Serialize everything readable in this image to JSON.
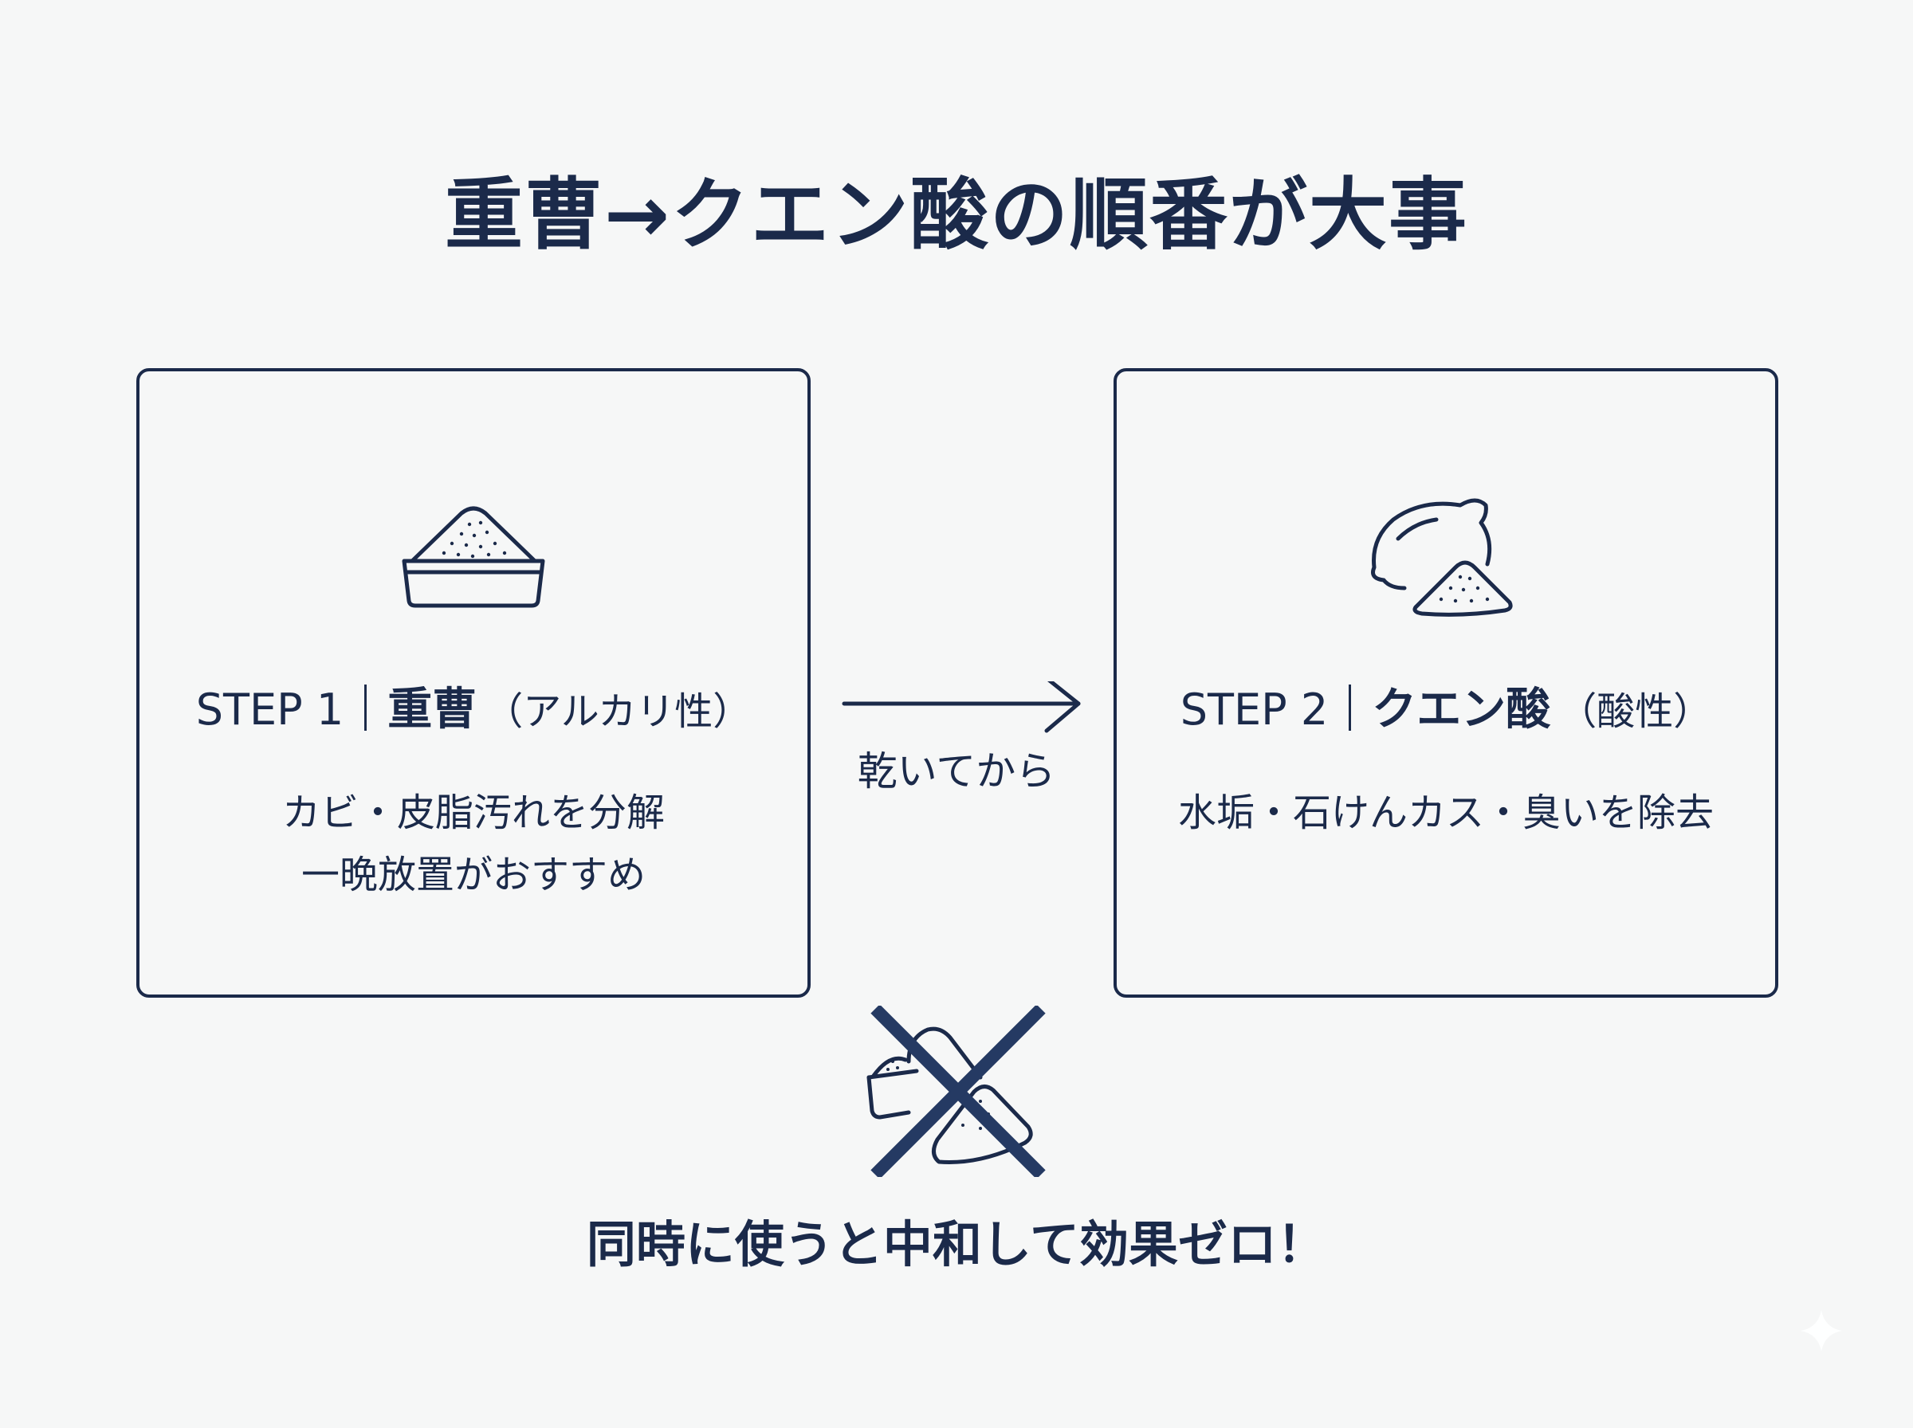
{
  "title": "重曹→クエン酸の順番が大事",
  "step1": {
    "icon": "baking-soda-bowl-icon",
    "step_label": "STEP 1",
    "name": "重曹",
    "property": "（アルカリ性）",
    "desc_lines": [
      "カビ・皮脂汚れを分解",
      "一晩放置がおすすめ"
    ]
  },
  "arrow": {
    "icon": "arrow-right-icon",
    "label": "乾いてから"
  },
  "step2": {
    "icon": "lemon-powder-icon",
    "step_label": "STEP 2",
    "name": "クエン酸",
    "property": "（酸性）",
    "desc_lines": [
      "水垢・石けんカス・臭いを除去"
    ]
  },
  "warning": {
    "icon": "no-mix-cross-icon",
    "text": "同時に使うと中和して効果ゼロ！"
  },
  "colors": {
    "ink": "#1b2a4a",
    "background": "#f6f7f7"
  }
}
